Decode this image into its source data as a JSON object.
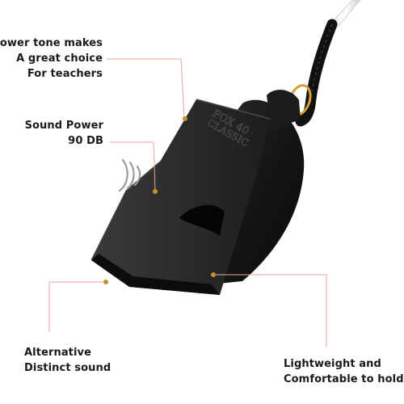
{
  "callouts": {
    "lower_tone": {
      "lines": [
        "Lower tone makes",
        "A great choice",
        "For teachers"
      ]
    },
    "sound_power": {
      "lines": [
        "Sound Power",
        "90 DB"
      ]
    },
    "alternative": {
      "lines": [
        "Alternative",
        "Distinct sound"
      ]
    },
    "lightweight": {
      "lines": [
        "Lightweight and",
        "Comfortable to hold"
      ]
    }
  },
  "product": {
    "brand_lines": [
      "FOX 40",
      "CLASSIC"
    ]
  },
  "colors": {
    "background": "#ffffff",
    "whistle_body": "#161616",
    "callout_line": "#e3a6a6",
    "callout_dot": "#c98f2f",
    "ring": "#d6a032"
  }
}
